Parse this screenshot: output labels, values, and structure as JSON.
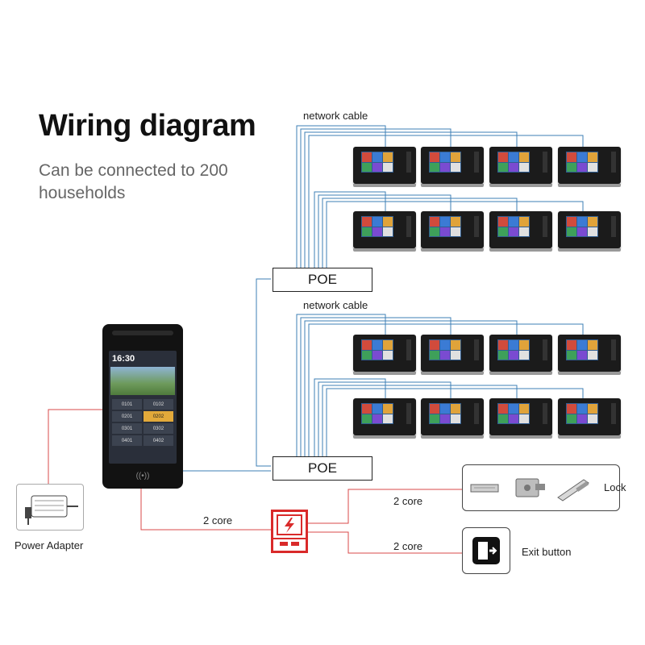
{
  "title": "Wiring diagram",
  "subtitle": "Can be connected to 200 households",
  "labels": {
    "network_cable_top": "network cable",
    "network_cable_bottom": "network cable",
    "poe_top": "POE",
    "poe_bottom": "POE",
    "two_core_left": "2 core",
    "two_core_lock": "2 core",
    "two_core_exit": "2 core",
    "power_adapter": "Power Adapter",
    "lock": "Lock",
    "exit_button": "Exit button"
  },
  "panel": {
    "time": "16:30",
    "rooms": [
      "0101",
      "0102",
      "0201",
      "0202",
      "0301",
      "0302",
      "0401",
      "0402"
    ]
  },
  "colors": {
    "network": "#3d7fb5",
    "power": "#d94a4a",
    "controller": "#d92a2a",
    "monitor_screen": "#2f5d92"
  },
  "icons": [
    "monitor-icon",
    "door-panel-icon",
    "power-adapter-icon",
    "access-controller-icon",
    "electromagnetic-lock-icon",
    "electric-lock-icon",
    "bolt-lock-icon",
    "exit-button-icon",
    "nfc-icon"
  ]
}
